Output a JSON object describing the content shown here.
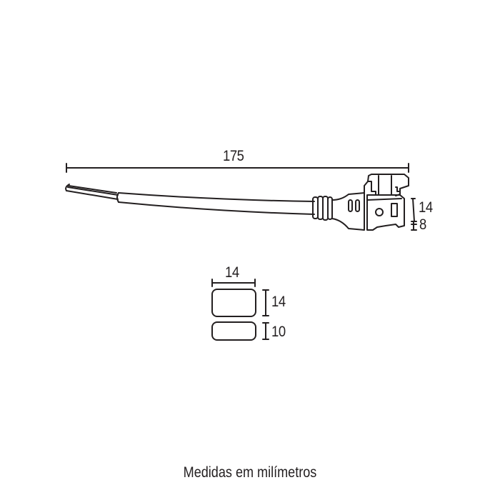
{
  "figure": {
    "type": "technical-dimension-drawing",
    "subject": "LED strip connector cable (side view) and cross-sections",
    "line_color": "#231f20",
    "background": "#ffffff"
  },
  "dimensions": {
    "total_length": "175",
    "connector_height_upper": "14",
    "connector_height_lower": "8",
    "section_width": "14",
    "section_large_height": "14",
    "section_small_height": "10"
  },
  "caption": "Medidas em milímetros"
}
